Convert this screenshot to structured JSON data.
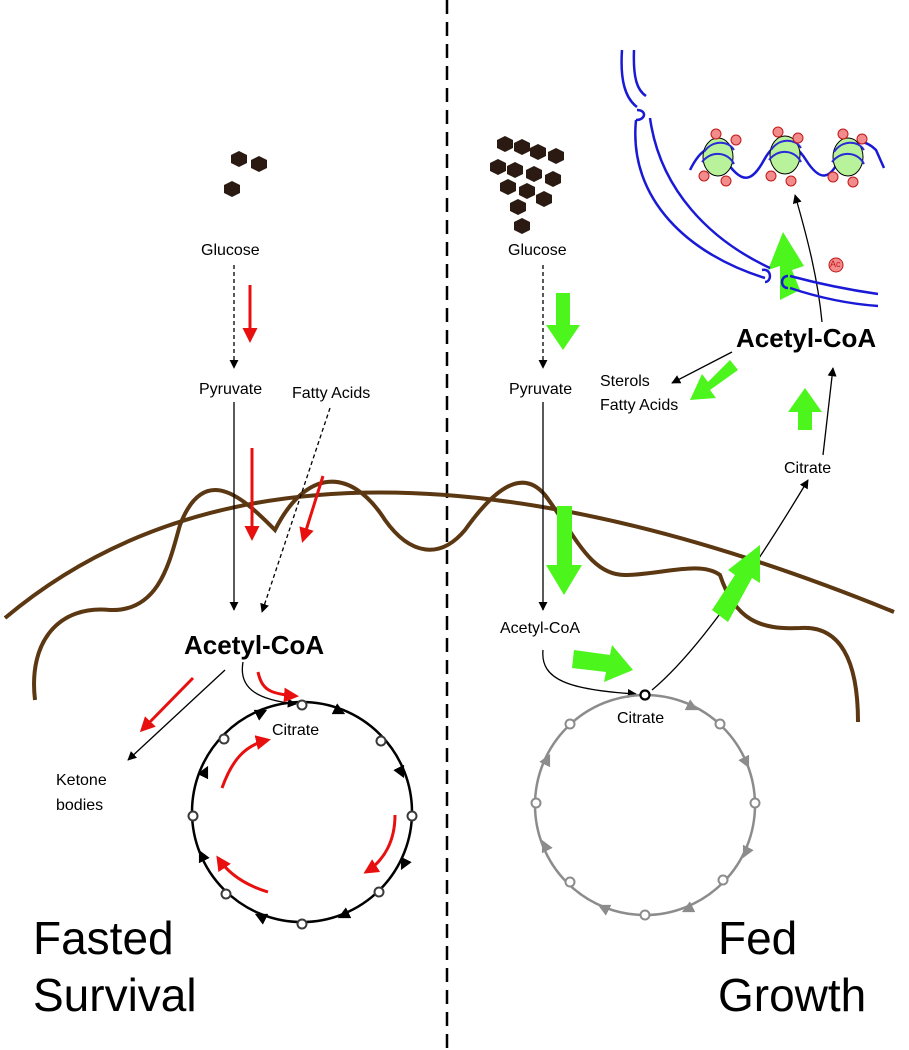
{
  "fasted": {
    "glucose": "Glucose",
    "pyruvate": "Pyruvate",
    "fatty_acids": "Fatty Acids",
    "acetyl_coa": "Acetyl-CoA",
    "citrate": "Citrate",
    "ketone_line1": "Ketone",
    "ketone_line2": "bodies",
    "title_line1": "Fasted",
    "title_line2": "Survival"
  },
  "fed": {
    "glucose": "Glucose",
    "pyruvate": "Pyruvate",
    "acetyl_coa_mito": "Acetyl-CoA",
    "citrate_mito": "Citrate",
    "citrate_cyto": "Citrate",
    "acetyl_coa_cyto": "Acetyl-CoA",
    "sterols": "Sterols",
    "fatty_acids": "Fatty Acids",
    "acetyl_mark": "Ac",
    "title_line1": "Fed",
    "title_line2": "Growth"
  },
  "colors": {
    "fasted_flux": "#e8100f",
    "fed_flux": "#4cf51c",
    "membrane": "#5b3712",
    "nucleus": "#1a1ad6",
    "cycle_active": "#000000",
    "cycle_inactive": "#8c8c8c",
    "glucose_hex": "#2a1a12"
  }
}
